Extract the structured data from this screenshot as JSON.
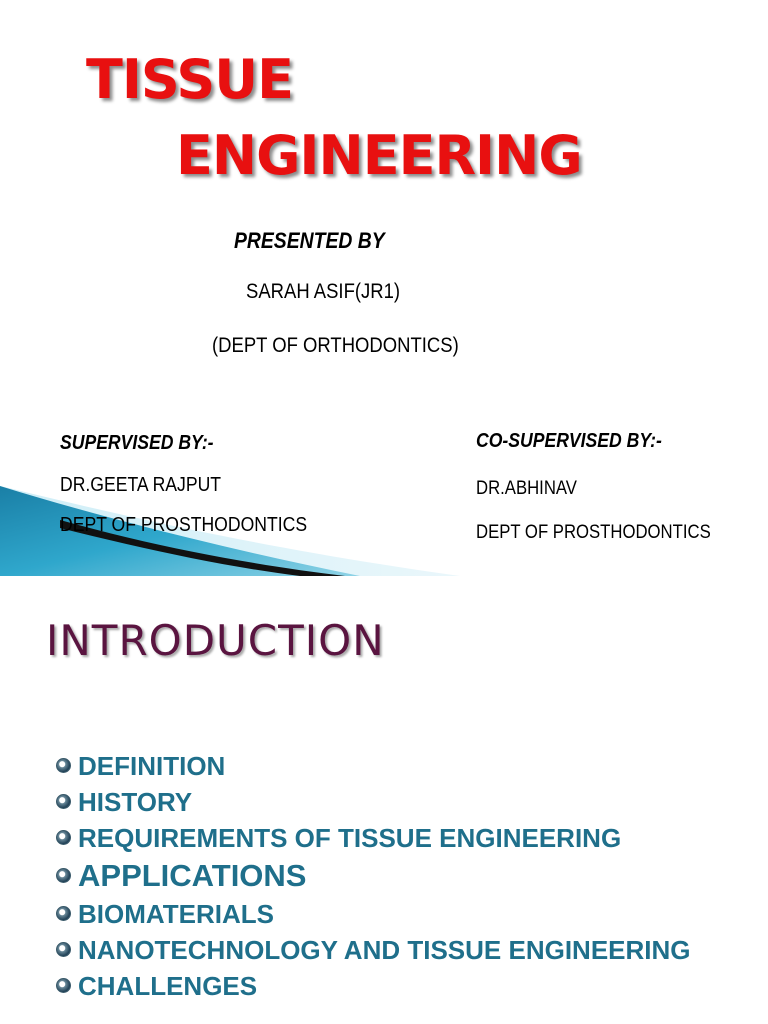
{
  "slide1": {
    "title_line1": "TISSUE",
    "title_line2": "ENGINEERING",
    "presented_by_label": "PRESENTED BY",
    "presenter_name": "SARAH ASIF(JR1)",
    "presenter_dept": "(DEPT OF ORTHODONTICS)",
    "supervisor": {
      "label": "SUPERVISED BY:-",
      "name": "DR.GEETA RAJPUT",
      "dept": "DEPT OF PROSTHODONTICS"
    },
    "co_supervisor": {
      "label": "CO-SUPERVISED BY:-",
      "name": "DR.ABHINAV",
      "dept": "DEPT OF PROSTHODONTICS"
    }
  },
  "slide2": {
    "title": "INTRODUCTION",
    "bullets": [
      "DEFINITION",
      "HISTORY",
      "REQUIREMENTS OF TISSUE ENGINEERING",
      "APPLICATIONS",
      "BIOMATERIALS",
      "NANOTECHNOLOGY AND TISSUE ENGINEERING",
      "CHALLENGES"
    ]
  },
  "colors": {
    "title_red": "#e81010",
    "intro_purple": "#5a1440",
    "bullet_teal": "#1f6f8b",
    "swoosh_teal": "#2a9cc0"
  },
  "icons": {
    "bullet": "spiral-bullet-icon"
  }
}
